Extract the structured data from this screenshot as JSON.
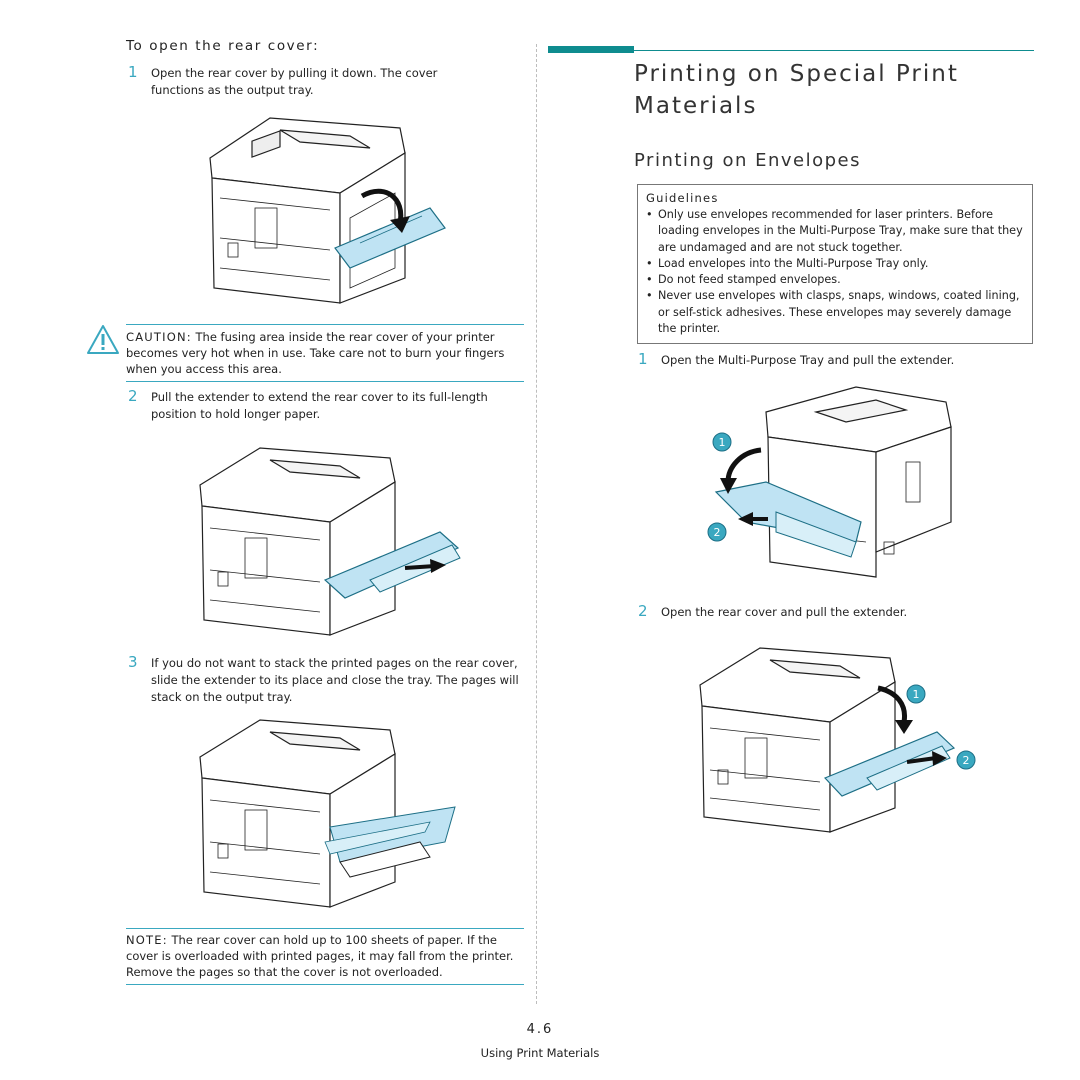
{
  "left": {
    "subheading": "To open the rear cover:",
    "steps": [
      {
        "num": "1",
        "text": "Open the rear cover by pulling it down. The cover functions as the output tray."
      },
      {
        "num": "2",
        "text": "Pull the extender to extend the rear cover to its full-length position to hold longer paper."
      },
      {
        "num": "3",
        "text": "If you do not want to stack the printed pages on the rear cover, slide the extender to its place and close the tray. The pages will stack on the output tray."
      }
    ],
    "caution": {
      "label": "CAUTION:",
      "text": "The fusing area inside the rear cover of your printer becomes very hot when in use. Take care not to burn your fingers when you access this area."
    },
    "note": {
      "label": "NOTE:",
      "text": "The rear cover can hold up to 100 sheets of paper. If the cover is overloaded with printed pages, it may fall from the printer. Remove the pages so that the cover is not overloaded."
    }
  },
  "right": {
    "title_line1": "Printing on Special Print",
    "title_line2": "Materials",
    "section": "Printing on Envelopes",
    "guidelines_title": "Guidelines",
    "guidelines": [
      "Only use envelopes recommended for laser printers. Before loading envelopes in the Multi-Purpose Tray, make sure that they are undamaged and are not stuck together.",
      "Load envelopes into the Multi-Purpose Tray only.",
      "Do not feed stamped envelopes.",
      "Never use envelopes with clasps, snaps, windows, coated lining, or self-stick adhesives. These envelopes may severely damage the printer."
    ],
    "steps": [
      {
        "num": "1",
        "text": "Open the Multi-Purpose Tray and pull the extender."
      },
      {
        "num": "2",
        "text": "Open the rear cover and pull the extender."
      }
    ],
    "callouts": [
      "1",
      "2"
    ]
  },
  "page": {
    "number": "4.6",
    "footer": "Using Print Materials"
  },
  "colors": {
    "accent": "#3aa8c0",
    "rule": "#0e8c8f",
    "tray": "#bfe3f3"
  }
}
